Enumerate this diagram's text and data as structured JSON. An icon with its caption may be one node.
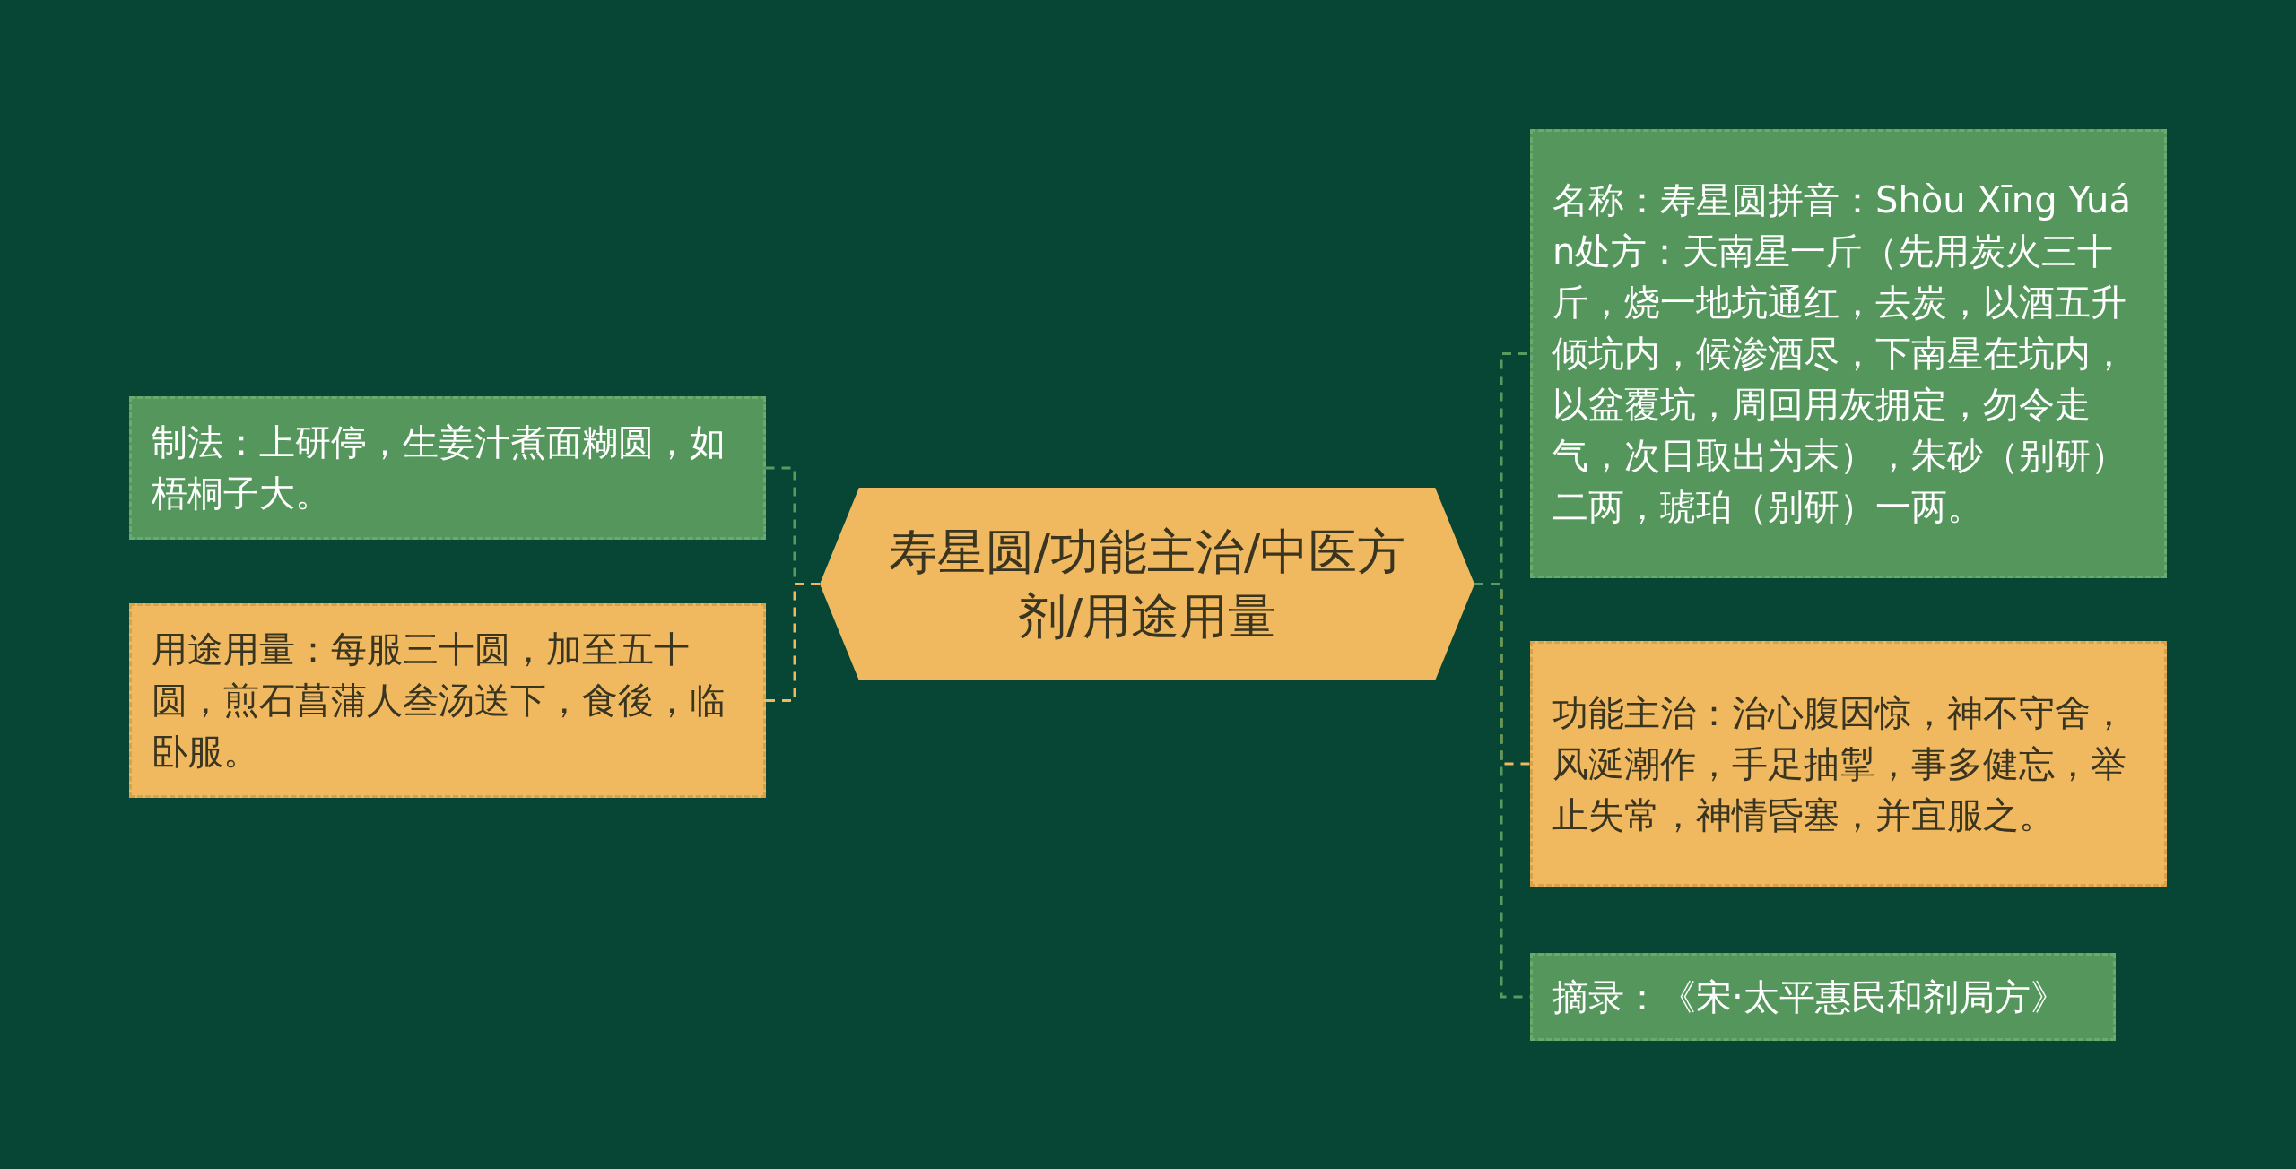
{
  "diagram": {
    "nodes": [
      {
        "text": [
          "寿星圆/功能主治/中医方剂/用途用量"
        ]
      },
      {
        "text": [
          "制法：上研停，生姜汁煮面糊圆，如梧桐子大。"
        ]
      },
      {
        "text": [
          "用途用量：每服三十圆，加至五十圆，煎石菖蒲人叁汤送下，食後，临卧服。"
        ]
      },
      {
        "text": [
          "名称：寿星圆拼音：Shòu Xīng Yuán处方：天南星一斤（先用炭火三十斤，烧一地坑通红，去炭，以酒五升倾坑内，候渗酒尽，下南星在坑内，以盆覆坑，周回用灰拥定，勿令走气，次日取出为末），朱砂（别研）二两，琥珀（别研）一两。"
        ]
      },
      {
        "text": [
          "功能主治：治心腹因惊，神不守舍，风涎潮作，手足抽掣，事多健忘，举止失常，神情昏塞，并宜服之。"
        ]
      },
      {
        "text": [
          "摘录：《宋·太平惠民和剂局方》"
        ]
      }
    ],
    "edges": [
      {
        "from": 0,
        "to": 1,
        "arrow": "none",
        "style": "dashed",
        "color": "#5a9a5e"
      },
      {
        "from": 0,
        "to": 2,
        "arrow": "none",
        "style": "dashed",
        "color": "#f0b95f"
      },
      {
        "from": 0,
        "to": 3,
        "arrow": "none",
        "style": "dashed",
        "color": "#5a9a5e"
      },
      {
        "from": 0,
        "to": 4,
        "arrow": "none",
        "style": "dashed",
        "color": "#f0b95f"
      },
      {
        "from": 0,
        "to": 5,
        "arrow": "none",
        "style": "dashed",
        "color": "#5a9a5e"
      }
    ]
  }
}
